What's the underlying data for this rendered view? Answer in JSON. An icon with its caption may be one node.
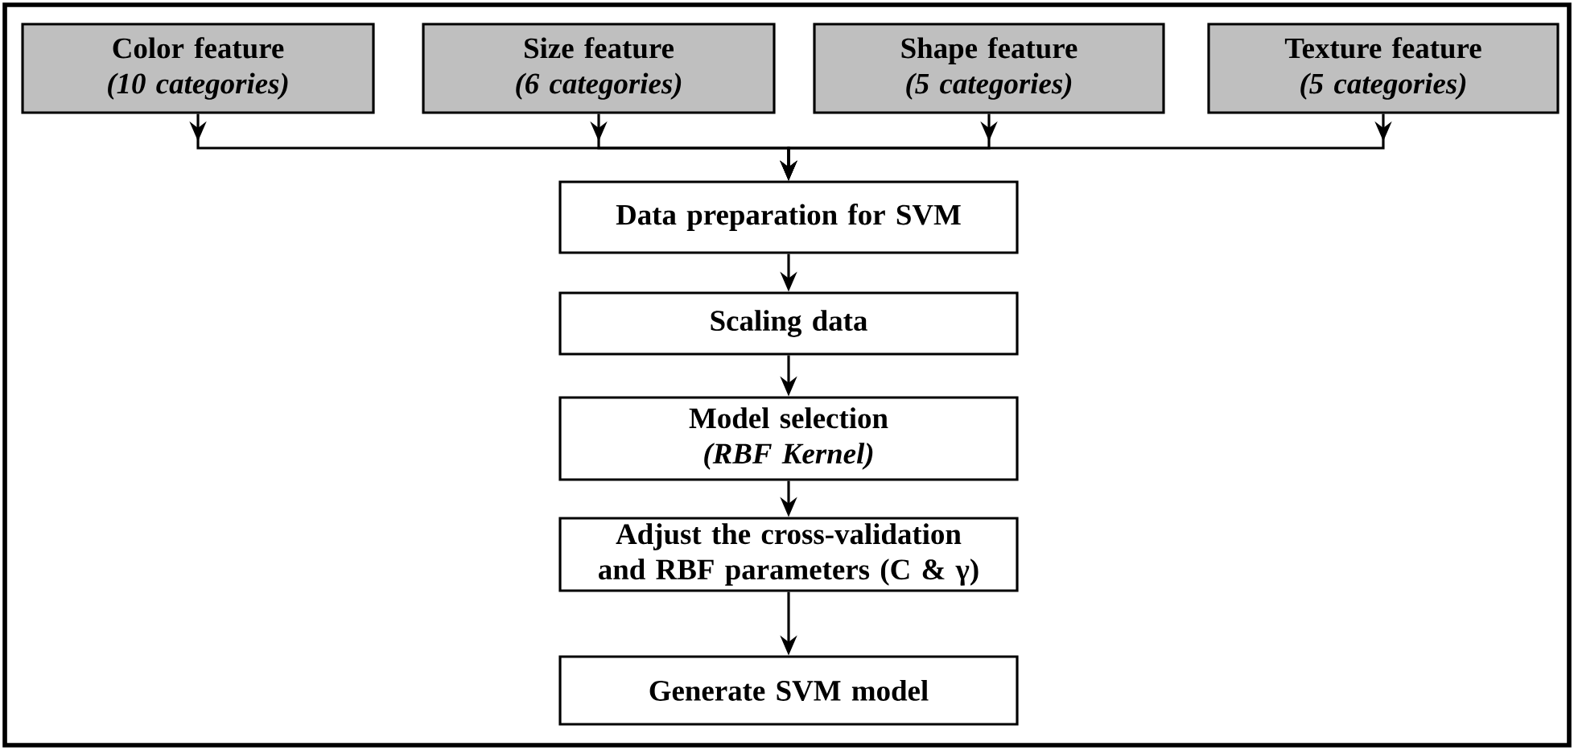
{
  "diagram": {
    "nodes": [
      {
        "text": [
          "Color feature",
          "(10 categories)"
        ]
      },
      {
        "text": [
          "Size feature",
          "(6 categories)"
        ]
      },
      {
        "text": [
          "Shape feature",
          "(5 categories)"
        ]
      },
      {
        "text": [
          "Texture feature",
          "(5 categories)"
        ]
      },
      {
        "text": [
          "Data preparation for SVM"
        ]
      },
      {
        "text": [
          "Scaling data"
        ]
      },
      {
        "text": [
          "Model selection",
          "(RBF Kernel)"
        ]
      },
      {
        "text": [
          "Adjust the cross-validation and RBF parameters (C & γ)"
        ]
      },
      {
        "text": [
          "Generate SVM model"
        ]
      }
    ],
    "edges": [
      {
        "from": 0,
        "to": 4,
        "arrow": "to"
      },
      {
        "from": 1,
        "to": 4,
        "arrow": "to"
      },
      {
        "from": 2,
        "to": 4,
        "arrow": "to"
      },
      {
        "from": 3,
        "to": 4,
        "arrow": "to"
      },
      {
        "from": 4,
        "to": 5,
        "arrow": "to"
      },
      {
        "from": 5,
        "to": 6,
        "arrow": "to"
      },
      {
        "from": 6,
        "to": 7,
        "arrow": "to"
      },
      {
        "from": 7,
        "to": 8,
        "arrow": "to"
      }
    ]
  }
}
